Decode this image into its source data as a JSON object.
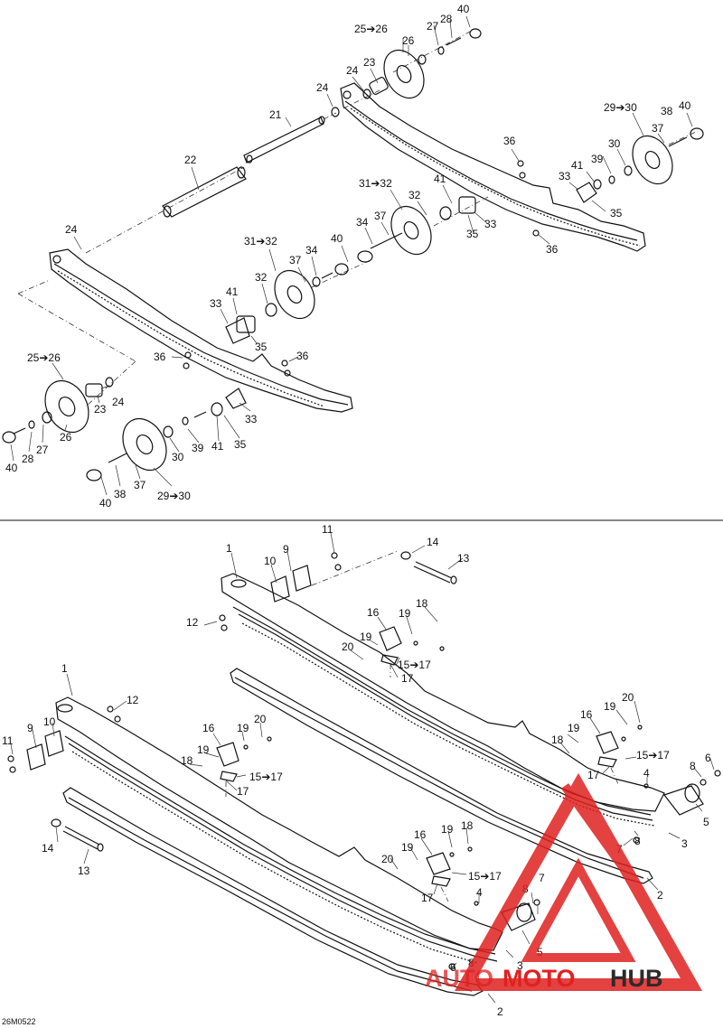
{
  "ref_code": "26M0522",
  "watermark": {
    "brand_auto": "AUTO",
    "brand_moto": "MOTO",
    "brand_hub": "HUB",
    "red": "#e02020",
    "gray": "#2b2b2b"
  },
  "colors": {
    "line": "#111111",
    "leader": "#333333",
    "part_fill": "#ffffff"
  },
  "upper_diagram": {
    "labels": {
      "l_25_26_a": "25➔26",
      "l_26_a": "26",
      "l_27_a": "27",
      "l_28_a": "28",
      "l_40_a": "40",
      "l_24_a": "24",
      "l_23_a": "23",
      "l_24_b": "24",
      "l_21": "21",
      "l_22": "22",
      "l_24_c": "24",
      "l_29_30_a": "29➔30",
      "l_38_a": "38",
      "l_40_b": "40",
      "l_37_a": "37",
      "l_36_a": "36",
      "l_39_a": "39",
      "l_30_a": "30",
      "l_41_a": "41",
      "l_33_a": "33",
      "l_35_a": "35",
      "l_31_32_a": "31➔32",
      "l_32_a": "32",
      "l_41_b": "41",
      "l_33_b": "33",
      "l_35_b": "35",
      "l_36_b": "36",
      "l_37_b": "37",
      "l_34_a": "34",
      "l_40_c": "40",
      "l_31_32_b": "31➔32",
      "l_34_b": "34",
      "l_37_c": "37",
      "l_32_b": "32",
      "l_41_c": "41",
      "l_33_c": "33",
      "l_35_c": "35",
      "l_36_c": "36",
      "l_36_d": "36",
      "l_25_26_b": "25➔26",
      "l_24_d": "24",
      "l_23_b": "23",
      "l_26_b": "26",
      "l_27_b": "27",
      "l_28_b": "28",
      "l_40_d": "40",
      "l_30_b": "30",
      "l_39_b": "39",
      "l_41_d": "41",
      "l_33_d": "33",
      "l_35_d": "35",
      "l_37_d": "37",
      "l_38_b": "38",
      "l_40_e": "40",
      "l_29_30_b": "29➔30"
    }
  },
  "lower_diagram": {
    "labels": {
      "m_11_a": "11",
      "m_14_a": "14",
      "m_1_a": "1",
      "m_9_a": "9",
      "m_10_a": "10",
      "m_13_a": "13",
      "m_12_a": "12",
      "m_16_a": "16",
      "m_18_a": "18",
      "m_19_a": "19",
      "m_19_b": "19",
      "m_20_a": "20",
      "m_15_17_a": "15➔17",
      "m_17_a": "17",
      "m_1_b": "1",
      "m_12_b": "12",
      "m_9_b": "9",
      "m_10_b": "10",
      "m_11_b": "11",
      "m_16_b": "16",
      "m_19_c": "19",
      "m_20_b": "20",
      "m_19_d": "19",
      "m_18_b": "18",
      "m_15_17_b": "15➔17",
      "m_17_b": "17",
      "m_16_c": "16",
      "m_19_e": "19",
      "m_20_c": "20",
      "m_18_c": "18",
      "m_19_f": "19",
      "m_15_17_c": "15➔17",
      "m_17_c": "17",
      "m_4_a": "4",
      "m_6_a": "6",
      "m_8_a": "8",
      "m_5_a": "5",
      "m_7_a": "7",
      "m_8_b": "8",
      "m_3_a": "3",
      "m_2_a": "2",
      "m_14_b": "14",
      "m_13_b": "13",
      "m_16_d": "16",
      "m_19_g": "19",
      "m_18_d": "18",
      "m_20_d": "20",
      "m_19_h": "19",
      "m_15_17_d": "15➔17",
      "m_17_d": "17",
      "m_4_b": "4",
      "m_8_c": "8",
      "m_7_b": "7",
      "m_6_b": "6",
      "m_8_d": "8",
      "m_3_b": "3",
      "m_5_b": "5",
      "m_2_b": "2"
    }
  }
}
